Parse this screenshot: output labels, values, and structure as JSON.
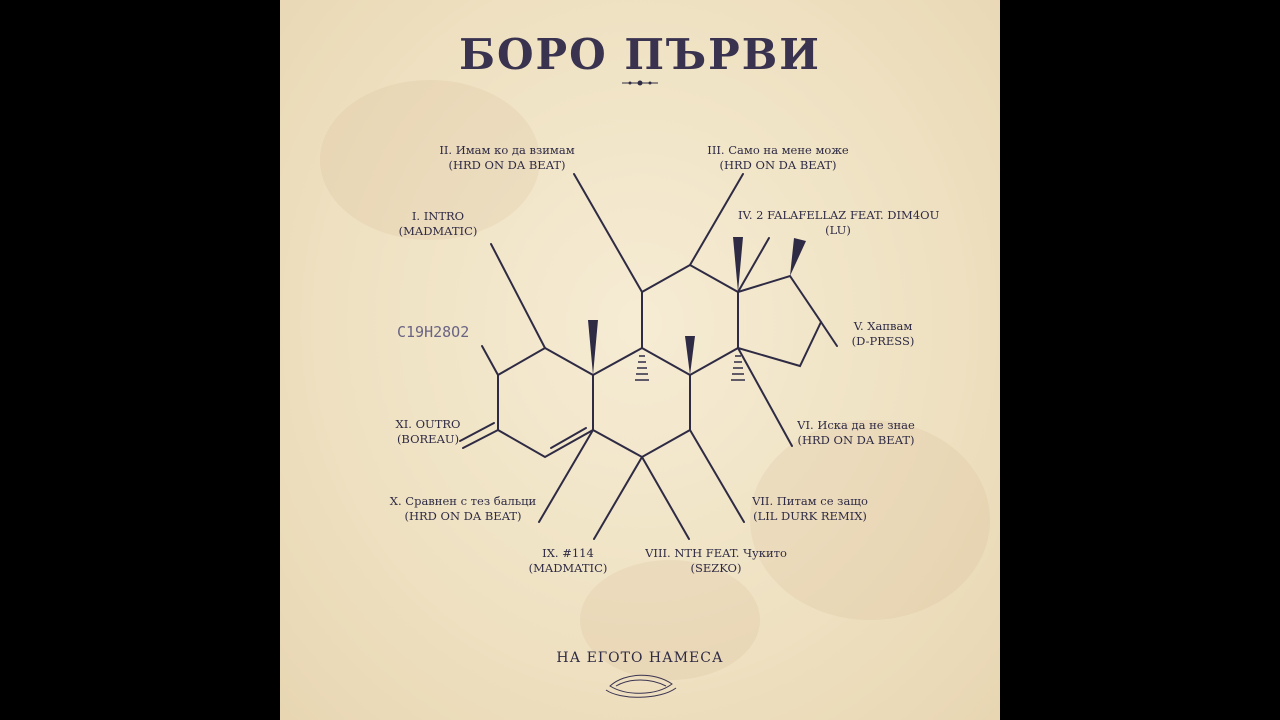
{
  "cover": {
    "title": "БОРО ПЪРВИ",
    "subtitle": "НА ЕГОТО НАМЕСА",
    "formula": "C19H28O2",
    "tracks": [
      {
        "line1": "I. INTRO",
        "line2": "(MADMATIC)"
      },
      {
        "line1": "II. Имам ко да взимам",
        "line2": "(HRD ON DA BEAT)"
      },
      {
        "line1": "III. Само на мене може",
        "line2": "(HRD ON DA BEAT)"
      },
      {
        "line1": "IV. 2 FALAFELLAZ FEAT. DIM4OU",
        "line2": "(LU)"
      },
      {
        "line1": "V. Хапвам",
        "line2": "(D-PRESS)"
      },
      {
        "line1": "VI. Иска да не знае",
        "line2": "(HRD ON DA BEAT)"
      },
      {
        "line1": "VII. Питам се защо",
        "line2": "(LIL DURK REMIX)"
      },
      {
        "line1": "VIII. NTH FEAT. Чукито",
        "line2": "(SEZKO)"
      },
      {
        "line1": "IX. #114",
        "line2": "(MADMATIC)"
      },
      {
        "line1": "X. Сравнен с тез бальци",
        "line2": "(HRD ON DA BEAT)"
      },
      {
        "line1": "XI. OUTRO",
        "line2": "(BOREAU)"
      }
    ],
    "colors": {
      "ink": "#2f2b44",
      "paper": "#f2e6c9",
      "background": "#000000"
    }
  }
}
